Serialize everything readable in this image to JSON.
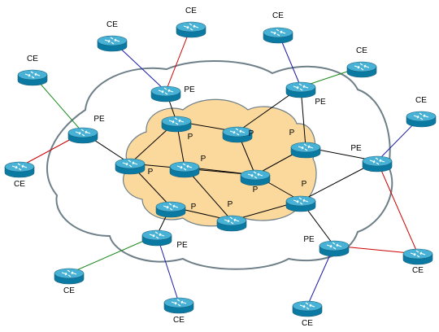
{
  "colors": {
    "outer_cloud_fill": "#ffffff",
    "outer_cloud_stroke": "#6e7f88",
    "core_cloud_fill": "#fbd99c",
    "core_cloud_stroke": "#6e7f88",
    "router_body": "#0a7aa3",
    "router_top": "#47b2d6",
    "router_edge": "#1c5f78",
    "link_default": "#000000"
  },
  "nodes": [
    {
      "id": "ce_tl",
      "label": "CE"
    },
    {
      "id": "ce_top",
      "label": "CE"
    },
    {
      "id": "ce_tr",
      "label": "CE"
    },
    {
      "id": "ce_tr2",
      "label": "CE"
    },
    {
      "id": "ce_left",
      "label": "CE"
    },
    {
      "id": "ce_left2",
      "label": "CE"
    },
    {
      "id": "ce_right",
      "label": "CE"
    },
    {
      "id": "ce_right2",
      "label": "CE"
    },
    {
      "id": "ce_bl",
      "label": "CE"
    },
    {
      "id": "ce_b1",
      "label": "CE"
    },
    {
      "id": "ce_b2",
      "label": "CE"
    },
    {
      "id": "pe_top",
      "label": "PE"
    },
    {
      "id": "pe_tr",
      "label": "PE"
    },
    {
      "id": "pe_left",
      "label": "PE"
    },
    {
      "id": "pe_right",
      "label": "PE"
    },
    {
      "id": "pe_bl",
      "label": "PE"
    },
    {
      "id": "pe_br",
      "label": "PE"
    },
    {
      "id": "p_1",
      "label": "P"
    },
    {
      "id": "p_2",
      "label": "P"
    },
    {
      "id": "p_3",
      "label": "P"
    },
    {
      "id": "p_4",
      "label": "P"
    },
    {
      "id": "p_5",
      "label": "P"
    },
    {
      "id": "p_6",
      "label": "P"
    },
    {
      "id": "p_7",
      "label": "P"
    },
    {
      "id": "p_8",
      "label": "P"
    },
    {
      "id": "p_9",
      "label": "P"
    }
  ],
  "links": [
    {
      "from": "ce_top",
      "to": "pe_top",
      "color": "#cc0000"
    },
    {
      "from": "ce_tl",
      "to": "pe_top",
      "color": "#1a1aaa"
    },
    {
      "from": "ce_tr",
      "to": "pe_tr",
      "color": "#1a1aaa"
    },
    {
      "from": "ce_tr2",
      "to": "pe_tr",
      "color": "#1e8a1e"
    },
    {
      "from": "ce_left",
      "to": "pe_left",
      "color": "#1e8a1e"
    },
    {
      "from": "ce_left2",
      "to": "pe_left",
      "color": "#cc0000"
    },
    {
      "from": "ce_right",
      "to": "pe_right",
      "color": "#1a1aaa"
    },
    {
      "from": "ce_right2",
      "to": "pe_right",
      "color": "#cc0000"
    },
    {
      "from": "ce_bl",
      "to": "pe_bl",
      "color": "#1e8a1e"
    },
    {
      "from": "ce_b1",
      "to": "pe_bl",
      "color": "#1a1aaa"
    },
    {
      "from": "ce_b2",
      "to": "pe_br",
      "color": "#1a1aaa"
    },
    {
      "from": "ce_right2",
      "to": "pe_br",
      "color": "#cc0000"
    },
    {
      "from": "pe_top",
      "to": "p_1",
      "color": "#000000"
    },
    {
      "from": "pe_tr",
      "to": "p_2",
      "color": "#000000"
    },
    {
      "from": "pe_tr",
      "to": "p_4",
      "color": "#000000"
    },
    {
      "from": "pe_left",
      "to": "p_5",
      "color": "#000000"
    },
    {
      "from": "pe_right",
      "to": "p_4",
      "color": "#000000"
    },
    {
      "from": "pe_right",
      "to": "p_8",
      "color": "#000000"
    },
    {
      "from": "pe_bl",
      "to": "p_7",
      "color": "#000000"
    },
    {
      "from": "pe_br",
      "to": "p_8",
      "color": "#000000"
    },
    {
      "from": "p_1",
      "to": "p_2",
      "color": "#000000"
    },
    {
      "from": "p_1",
      "to": "p_5",
      "color": "#000000"
    },
    {
      "from": "p_1",
      "to": "p_3",
      "color": "#000000"
    },
    {
      "from": "p_2",
      "to": "p_6",
      "color": "#000000"
    },
    {
      "from": "p_3",
      "to": "p_6",
      "color": "#000000"
    },
    {
      "from": "p_3",
      "to": "p_9",
      "color": "#000000"
    },
    {
      "from": "p_4",
      "to": "p_6",
      "color": "#000000"
    },
    {
      "from": "p_5",
      "to": "p_7",
      "color": "#000000"
    },
    {
      "from": "p_6",
      "to": "p_8",
      "color": "#000000"
    },
    {
      "from": "p_7",
      "to": "p_9",
      "color": "#000000"
    },
    {
      "from": "p_9",
      "to": "p_8",
      "color": "#000000"
    },
    {
      "from": "p_5",
      "to": "p_6",
      "color": "#000000"
    }
  ]
}
